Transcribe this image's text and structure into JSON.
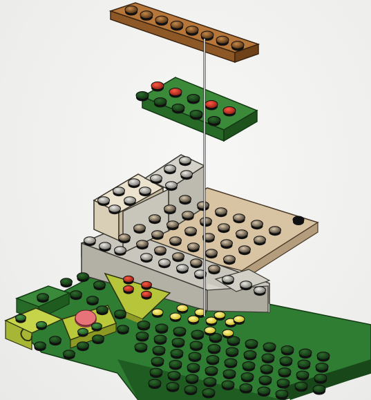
{
  "illustration": {
    "kind": "exploded building instruction",
    "parts": [
      {
        "name": "brown-plate-1x8",
        "color": "#a0662e"
      },
      {
        "name": "green-plate-2x6",
        "color": "#2f7a2f",
        "stud_colors": [
          "#d23a2a",
          "#1e5a1e"
        ]
      },
      {
        "name": "assembled-base",
        "colors": {
          "green": "#2f7d32",
          "tan": "#d8c3a3",
          "grey": "#c9c6bd",
          "cream": "#e9e0cc",
          "lime": "#b9c93a",
          "yellow": "#f3e23a",
          "pink": "#e8747a"
        }
      }
    ],
    "guide_line_color": "#ffffff"
  }
}
